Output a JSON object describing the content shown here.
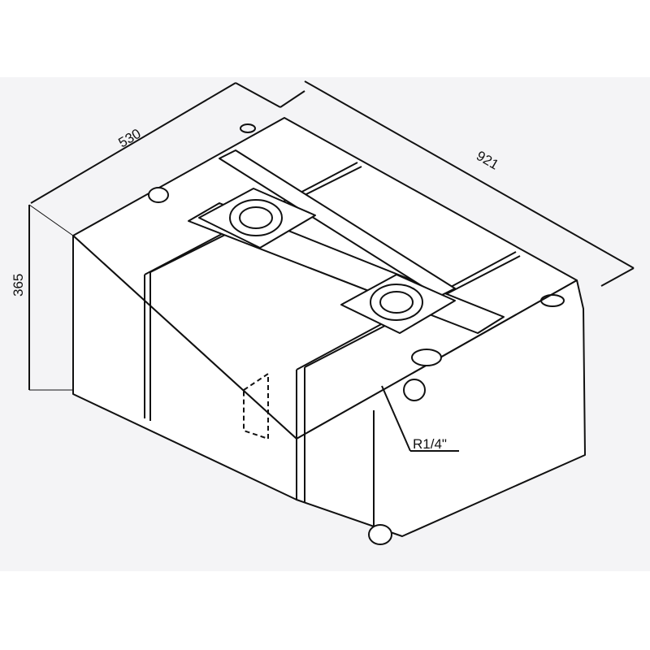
{
  "diagram": {
    "type": "isometric technical drawing",
    "subject": "fuel tank",
    "dimensions": {
      "width": "530",
      "length": "921",
      "height": "365",
      "fitting": "R1/4\""
    },
    "components": [
      "filler-neck-port-1",
      "filler-neck-port-2",
      "mounting-strap",
      "drain-plug",
      "outlet-fitting",
      "vent-fitting"
    ],
    "colors": {
      "background": "#f4f4f6",
      "line": "#111111",
      "fill": "#ffffff"
    }
  }
}
